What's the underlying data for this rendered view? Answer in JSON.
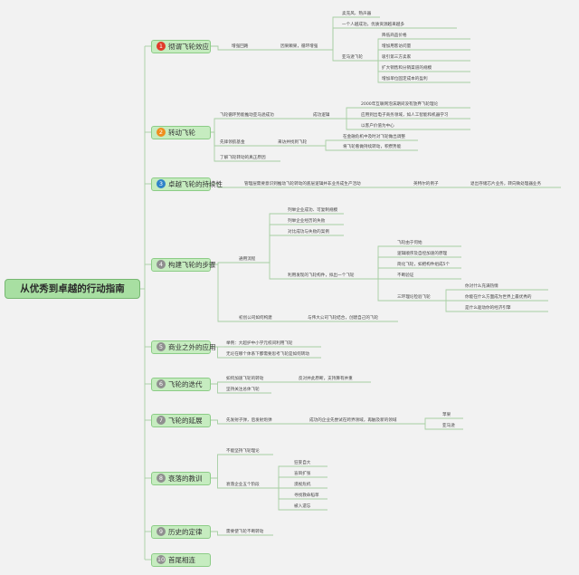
{
  "root": "从优秀到卓越的行动指南",
  "colors": {
    "line": "#a6cfa2",
    "red": "#e03b2a",
    "orange": "#ee8e1e",
    "blue": "#2f83c8",
    "gray": "#8f8f8f"
  },
  "sections": [
    {
      "num": "1",
      "label": "彻谓飞轮效应",
      "badge": "red"
    },
    {
      "num": "2",
      "label": "转动飞轮",
      "badge": "orange"
    },
    {
      "num": "3",
      "label": "卓越飞轮的持续性",
      "badge": "blue"
    },
    {
      "num": "4",
      "label": "构建飞轮的步骤",
      "badge": "gray"
    },
    {
      "num": "5",
      "label": "商业之外的应用",
      "badge": "gray"
    },
    {
      "num": "6",
      "label": "飞轮的迭代",
      "badge": "gray"
    },
    {
      "num": "7",
      "label": "飞轮的延展",
      "badge": "gray"
    },
    {
      "num": "8",
      "label": "衰落的教训",
      "badge": "gray"
    },
    {
      "num": "9",
      "label": "历史的定律",
      "badge": "gray"
    },
    {
      "num": "10",
      "label": "首尾相连",
      "badge": "gray"
    }
  ],
  "leaves": {
    "s1_a": "增强回路",
    "s1_b": "因果颠果，循环增强",
    "s1_c1": "卖充风、熟声器",
    "s1_c2": "一个人越成功，优质资源越来越多",
    "s1_c3": "亚马逊飞轮",
    "s1_d1": "降低商品价格",
    "s1_d2": "增加用客访问量",
    "s1_d3": "吸引第三方卖家",
    "s1_d4": "扩大销售和分销渠道的规模",
    "s1_d5": "增加单位固定成本的盈利",
    "s2_a": "飞轮循环势能推动亚马逊成功",
    "s2_b": "成功逻辑",
    "s2_c1": "2000年互联网泡沫期间没有放弃飞轮理论",
    "s2_c2": "应用到出电子商务领域，如人工智能和机器学习",
    "s2_c3": "以客户价值为中心",
    "s2_d": "先锋领航基金",
    "s2_e": "来访并找到飞轮",
    "s2_f1": "在金融危机中及时对飞轮做出调整",
    "s2_f2": "将飞轮看做持续转动，积攒势能",
    "s2_g": "了解飞轮转动的真正原因",
    "s3_a": "管理层需要意识到推动飞轮转动的底层逻辑并非业务成生产活动",
    "s3_b": "英特尔的例子",
    "s3_c": "退出存储芯片业务，转向微处理器业务",
    "s4_a": "通用流程",
    "s4_b1": "列举企业成功、可复制规模",
    "s4_b2": "列举企业经历的失败",
    "s4_b3": "对比成功与失败的案例",
    "s4_b4": "利用发现的飞轮构件，拟出一个飞轮",
    "s4_c1": "飞轮由于何始",
    "s4_c2": "逻辑顺序及自控加速的原理",
    "s4_c3": "简化飞轮，如把构件组成5个",
    "s4_c4": "不断验证",
    "s4_c5": "三环理论检验飞轮",
    "s4_d1": "你对什么充满热情",
    "s4_d2": "你能在什么方面成为世界上最优秀的",
    "s4_d3": "是什么驱动你的经济引擎",
    "s4_e": "初创公司如何构建",
    "s4_f": "与伟大公司飞轮结合，创建自己的飞轮",
    "s5_a": "举例：大超护中小学元校间利用飞轮",
    "s5_b": "无论在哪个体系下都需要思考飞轮是如何转动",
    "s6_a": "如何加速飞轮的转动",
    "s6_b": "反对并此原断，支持算有并重",
    "s6_c": "坚持关注总体飞轮",
    "s7_a": "先发射子弹，后发射炮弹",
    "s7_b": "成功的企业先尝试在跨界领域，再触及新的领域",
    "s7_c1": "苹果",
    "s7_c2": "亚马逊",
    "s8_a": "不能坚持飞轮理论",
    "s8_b": "衰落企业五个阶段",
    "s8_c1": "狂妄自大",
    "s8_c2": "盲目扩张",
    "s8_c3": "漠视危机",
    "s8_c4": "寻找救命稻草",
    "s8_c5": "被入遗忘",
    "s9_a": "需要使飞轮不断转动"
  }
}
